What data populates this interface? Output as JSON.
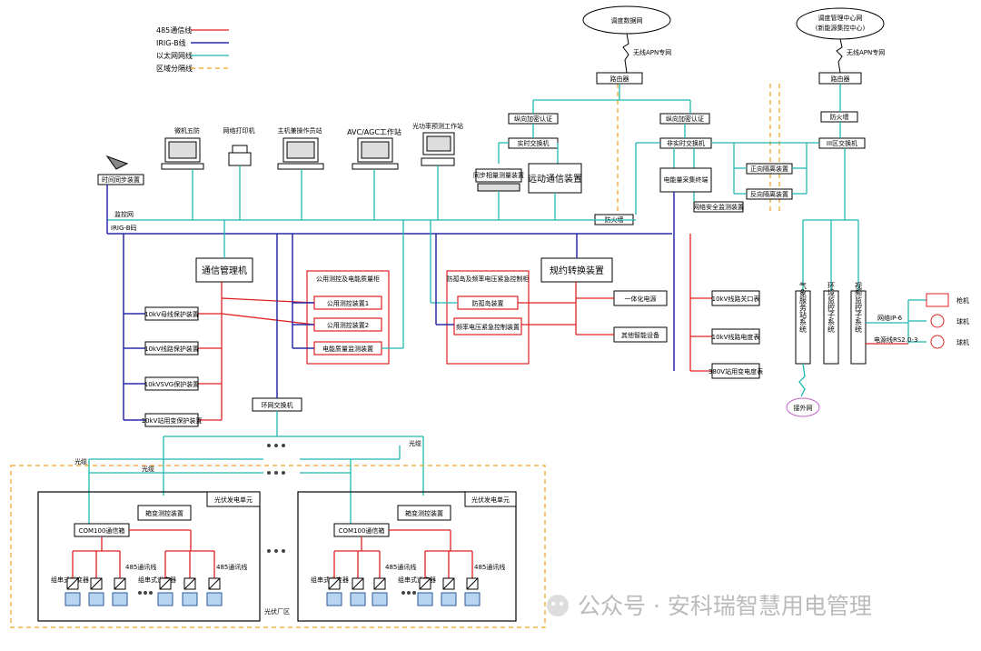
{
  "legend": {
    "rs485": "485通信线",
    "irigb": "IRIG-B线",
    "ethernet": "以太网网线",
    "zone": "区域分隔线"
  },
  "top": {
    "dispatch_net": "调度数据网",
    "apn1": "无线APN专网",
    "monitor_center_line1": "调度管理中心网",
    "monitor_center_line2": "(新能源集控中心)",
    "apn2": "无线APN专网",
    "router1": "路由器",
    "router2": "路由器",
    "encrypt1": "纵向加密认证",
    "encrypt2": "纵向加密认证",
    "firewall_top": "防火墙",
    "switch_rt": "实时交换机",
    "switch_nrt": "非实时交换机",
    "switch_3": "III区交换机",
    "fwd_isolation": "正向隔离装置",
    "rev_isolation": "反向隔离装置",
    "net_security": "网络安全监测装置",
    "firewall_mid": "防火墙"
  },
  "stations": {
    "sync_clock": "时间同步装置",
    "monitor_net": "监控网",
    "irig_label": "IRIG-B码",
    "operator": "微机五防",
    "printer": "网络打印机",
    "host": "主机兼操作员站",
    "avc": "AVC/AGC工作站",
    "pv_forecast": "光功率预测工作站",
    "pmu": "同步相量测量装置",
    "telecontrol": "远动通信装置",
    "energy_meter": "电能量采集终端"
  },
  "middle": {
    "comm_manager": "通信管理机",
    "public_group": "公用测控及电能质量柜",
    "public1": "公用测控装置1",
    "public2": "公用测控装置2",
    "power_quality": "电能质量监测装置",
    "anti_island_group": "防孤岛及频率电压紧急控制柜",
    "anti_island": "防孤岛装置",
    "freq_ctrl": "频率电压紧急控制装置",
    "protocol_conv": "规约转换装置",
    "integrated_power": "一体化电源",
    "other_devices": "其他智能设备",
    "ring_switch": "环网交换机",
    "bus_protect": "10kV母线保护装置",
    "line_protect": "10kV线路保护装置",
    "svg_protect": "10kVSVG保护装置",
    "station_tf": "10kV站用变保护装置",
    "gateway_meter": "10kV线路关口表",
    "line_meter": "10kV线路电度表",
    "station_meter": "380V站用变电度表",
    "weather": "气象服务站系统",
    "env_monitor": "环境监控子系统",
    "video": "视频监控子系统",
    "internet": "接外网",
    "net_label_a": "网络IP-6",
    "net_label_b": "电源线RS2.0-3",
    "cam1": "枪机",
    "cam2": "球机",
    "cam3": "球机"
  },
  "pv": {
    "fiber1": "光缆",
    "fiber2": "光缆",
    "fiber3": "光缆",
    "unit_title1": "光伏发电单元",
    "unit_title2": "光伏发电单元",
    "box_ctrl1": "箱变测控装置",
    "box_ctrl2": "箱变测控装置",
    "comm_box1": "COM100通信箱",
    "comm_box2": "COM100通信箱",
    "inv_a": "组串式逆变器",
    "inv_b": "组串式逆变器",
    "inv_c": "组串式逆变器",
    "inv_d": "组串式逆变器",
    "rs485_a": "485通讯线",
    "rs485_b": "485通讯线",
    "rs485_c": "485通讯线",
    "rs485_d": "485通讯线",
    "pv_area": "光伏厂区"
  },
  "watermark": {
    "text": "公众号 · 安科瑞智慧用电管理"
  },
  "colors": {
    "rs485": "#e02020",
    "irigb": "#2a2aa8",
    "ethernet": "#20b8b0",
    "zone": "#f0a020"
  }
}
